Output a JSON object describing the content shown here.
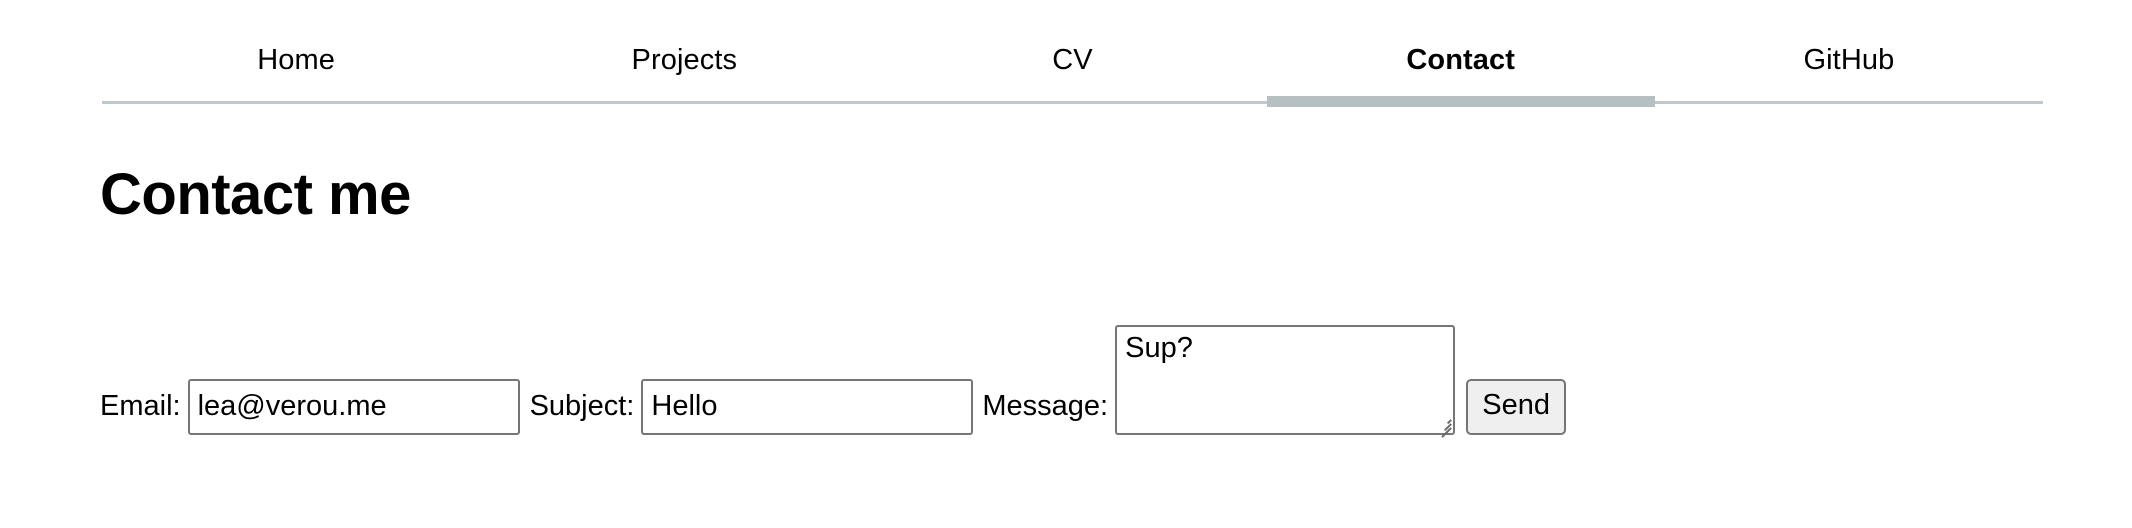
{
  "nav": {
    "items": [
      {
        "label": "Home",
        "active": false
      },
      {
        "label": "Projects",
        "active": false
      },
      {
        "label": "CV",
        "active": false
      },
      {
        "label": "Contact",
        "active": true
      },
      {
        "label": "GitHub",
        "active": false
      }
    ],
    "active_underline_color": "#b6c0c3",
    "border_color": "#c0c8cb"
  },
  "main": {
    "title": "Contact me",
    "form": {
      "email": {
        "label": "Email:",
        "value": "lea@verou.me",
        "placeholder": ""
      },
      "subject": {
        "label": "Subject:",
        "value": "Hello",
        "placeholder": ""
      },
      "message": {
        "label": "Message:",
        "value": "Sup?",
        "placeholder": ""
      },
      "submit": {
        "label": "Send",
        "background": "#efefef",
        "border_color": "#767676"
      }
    }
  }
}
